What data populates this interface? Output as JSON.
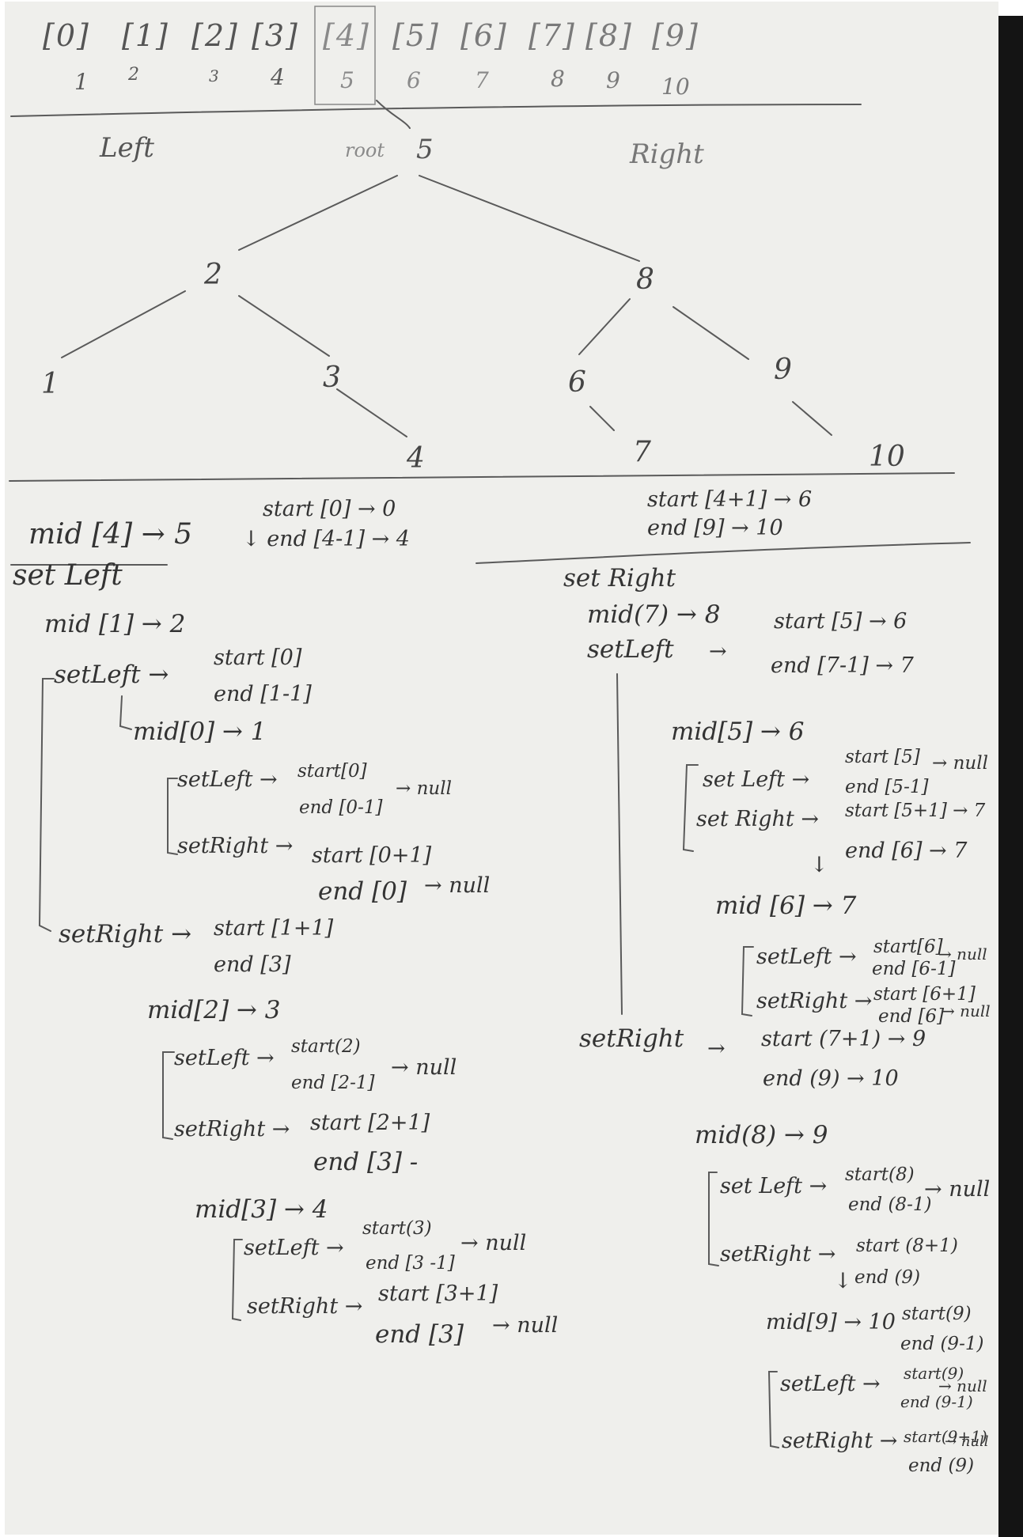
{
  "index_row": [
    "[0]",
    "[1]",
    "[2]",
    "[3]",
    "[4]",
    "[5]",
    "[6]",
    "[7]",
    "[8]",
    "[9]"
  ],
  "value_row": [
    "1",
    "2",
    "3",
    "4",
    "5",
    "6",
    "7",
    "8",
    "9",
    "10"
  ],
  "tree": {
    "left_label": "Left",
    "root_label": "root",
    "root_value": "5",
    "right_label": "Right",
    "nodes": {
      "n2": "2",
      "n8": "8",
      "n1": "1",
      "n3": "3",
      "n6": "6",
      "n9": "9",
      "n4": "4",
      "n7": "7",
      "n10": "10"
    }
  },
  "top_mid": {
    "mid": "mid [4] → 5",
    "start": "start [0] → 0",
    "end": "↓ end [4-1] → 4"
  },
  "right_range": {
    "start": "start [4+1] → 6",
    "end": "end [9] → 10"
  },
  "left_side": {
    "set_left": "set Left",
    "mid_1": "mid [1] → 2",
    "set_left_2": "setLeft →",
    "start_0": "start [0]",
    "end_1_1": "end [1-1]",
    "mid_0": "mid[0] → 1",
    "set_left_3": "setLeft →",
    "start_0b": "start[0]",
    "end_0_1": "end [0-1]",
    "null_1": "→ null",
    "set_right_3": "setRight →",
    "start_0_1": "start [0+1]",
    "end_0": "end [0]",
    "null_2": "→ null",
    "set_right_2": "setRight →",
    "start_1_1": "start [1+1]",
    "end_3": "end [3]",
    "mid_2": "mid[2] → 3",
    "set_left_4": "setLeft →",
    "start_2": "start(2)",
    "end_2_1": "end [2-1]",
    "null_3": "→ null",
    "set_right_4": "setRight →",
    "start_2_1": "start [2+1]",
    "end_3b": "end [3] -",
    "mid_3": "mid[3] → 4",
    "set_left_5": "setLeft →",
    "start_3": "start(3)",
    "end_3_1": "end [3 -1]",
    "null_4": "→ null",
    "set_right_5": "setRight →",
    "start_3_1": "start [3+1]",
    "end_3c": "end [3]",
    "null_5": "→ null"
  },
  "right_side": {
    "set_right": "set Right",
    "mid_7": "mid(7) → 8",
    "set_left": "setLeft",
    "arrow_1": "→",
    "start_5": "start [5] → 6",
    "end_7_1": "end [7-1] → 7",
    "mid_5": "mid[5] → 6",
    "set_left_2": "set Left →",
    "start_5b": "start [5]",
    "end_5_1": "end [5-1]",
    "null_1": "→ null",
    "set_right_2": "set Right →",
    "start_5_1": "start [5+1] → 7",
    "end_6": "end [6] → 7",
    "down_1": "↓",
    "mid_6": "mid [6] → 7",
    "set_left_3": "setLeft →",
    "start_6": "start[6]",
    "end_6_1": "end [6-1]",
    "null_2": "→ null",
    "set_right_3": "setRight →",
    "start_6_1": "start [6+1]",
    "end_6b": "end [6]",
    "null_3": "→ null",
    "set_right_4": "setRight",
    "arrow_2": "→",
    "start_7_1": "start (7+1) → 9",
    "end_9": "end (9) → 10",
    "mid_8": "mid(8) → 9",
    "set_left_4": "set Left →",
    "start_8": "start(8)",
    "end_8_1": "end (8-1)",
    "null_4": "→ null",
    "set_right_5": "setRight →",
    "start_8_1": "start (8+1)",
    "down_2": "↓",
    "end_9b": "end (9)",
    "mid_9": "mid[9] → 10",
    "start_9": "start(9)",
    "end_9_1": "end (9-1)",
    "set_left_5": "setLeft →",
    "start_9b": "start(9)",
    "end_9_1b": "end (9-1)",
    "null_5": "→ null",
    "set_right_6": "setRight →",
    "start_9_1": "start(9+1)",
    "end_9c": "end (9)",
    "null_6": "→ null"
  },
  "colors": {
    "paper": "#efefec",
    "ink": "#3a3a3a",
    "pencil": "#5a5a5a",
    "background": "#ffffff",
    "edge": "#141414"
  }
}
